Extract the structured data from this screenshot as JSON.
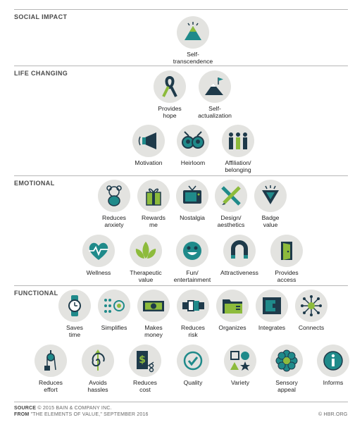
{
  "sections": {
    "social": "SOCIAL IMPACT",
    "life": "LIFE CHANGING",
    "emotional": "EMOTIONAL",
    "functional": "FUNCTIONAL"
  },
  "elements": {
    "self_transcendence": "Self-\ntranscendence",
    "provides_hope": "Provides\nhope",
    "self_actualization": "Self-\nactualization",
    "motivation": "Motivation",
    "heirloom": "Heirloom",
    "affiliation": "Affiliation/\nbelonging",
    "reduces_anxiety": "Reduces\nanxiety",
    "rewards_me": "Rewards\nme",
    "nostalgia": "Nostalgia",
    "design": "Design/\naesthetics",
    "badge_value": "Badge\nvalue",
    "wellness": "Wellness",
    "therapeutic": "Therapeutic\nvalue",
    "fun": "Fun/\nentertainment",
    "attractiveness": "Attractiveness",
    "provides_access": "Provides\naccess",
    "saves_time": "Saves\ntime",
    "simplifies": "Simplifies",
    "makes_money": "Makes\nmoney",
    "reduces_risk": "Reduces\nrisk",
    "organizes": "Organizes",
    "integrates": "Integrates",
    "connects": "Connects",
    "reduces_effort": "Reduces\neffort",
    "avoids_hassles": "Avoids\nhassles",
    "reduces_cost": "Reduces\ncost",
    "quality": "Quality",
    "variety": "Variety",
    "sensory_appeal": "Sensory\nappeal",
    "informs": "Informs"
  },
  "footer": {
    "source_label": "SOURCE",
    "source_text": "© 2015 BAIN & COMPANY INC.",
    "from_label": "FROM",
    "from_text": "\"THE ELEMENTS OF VALUE,\" SEPTEMBER 2016",
    "credit": "© HBR.ORG"
  },
  "colors": {
    "teal": "#1f8a8a",
    "green": "#8dbb3c",
    "navy": "#1e3a4a",
    "circle": "#e3e3e0"
  }
}
